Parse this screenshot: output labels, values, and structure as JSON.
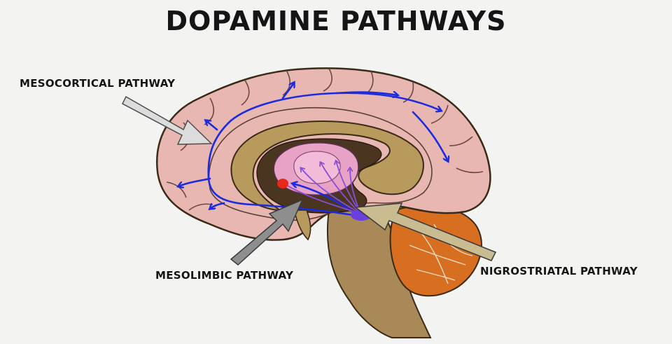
{
  "title": "DOPAMINE PATHWAYS",
  "labels": {
    "mesocortical": "MESOCORTICAL PATHWAY",
    "mesolimbic": "MESOLIMBIC PATHWAY",
    "nigrostriatal": "NIGROSTRIATAL PATHWAY"
  },
  "colors": {
    "background": "#f3f3f1",
    "cortex": "#e8b7b1",
    "corpus_callosum": "#b89a5c",
    "brainstem": "#a98957",
    "cerebellum": "#d86e1f",
    "thalamus": "#e7a2c6",
    "mesocortical_path": "#1c2be0",
    "nigrostriatal_path": "#8a4fd6",
    "vta_nucleus": "#e8261a",
    "substantia_nigra": "#6a3fe0",
    "arrow_mesocortical": "#dcdcdc",
    "arrow_mesolimbic": "#8e8e8e",
    "arrow_nigrostriatal": "#c9bc90"
  }
}
